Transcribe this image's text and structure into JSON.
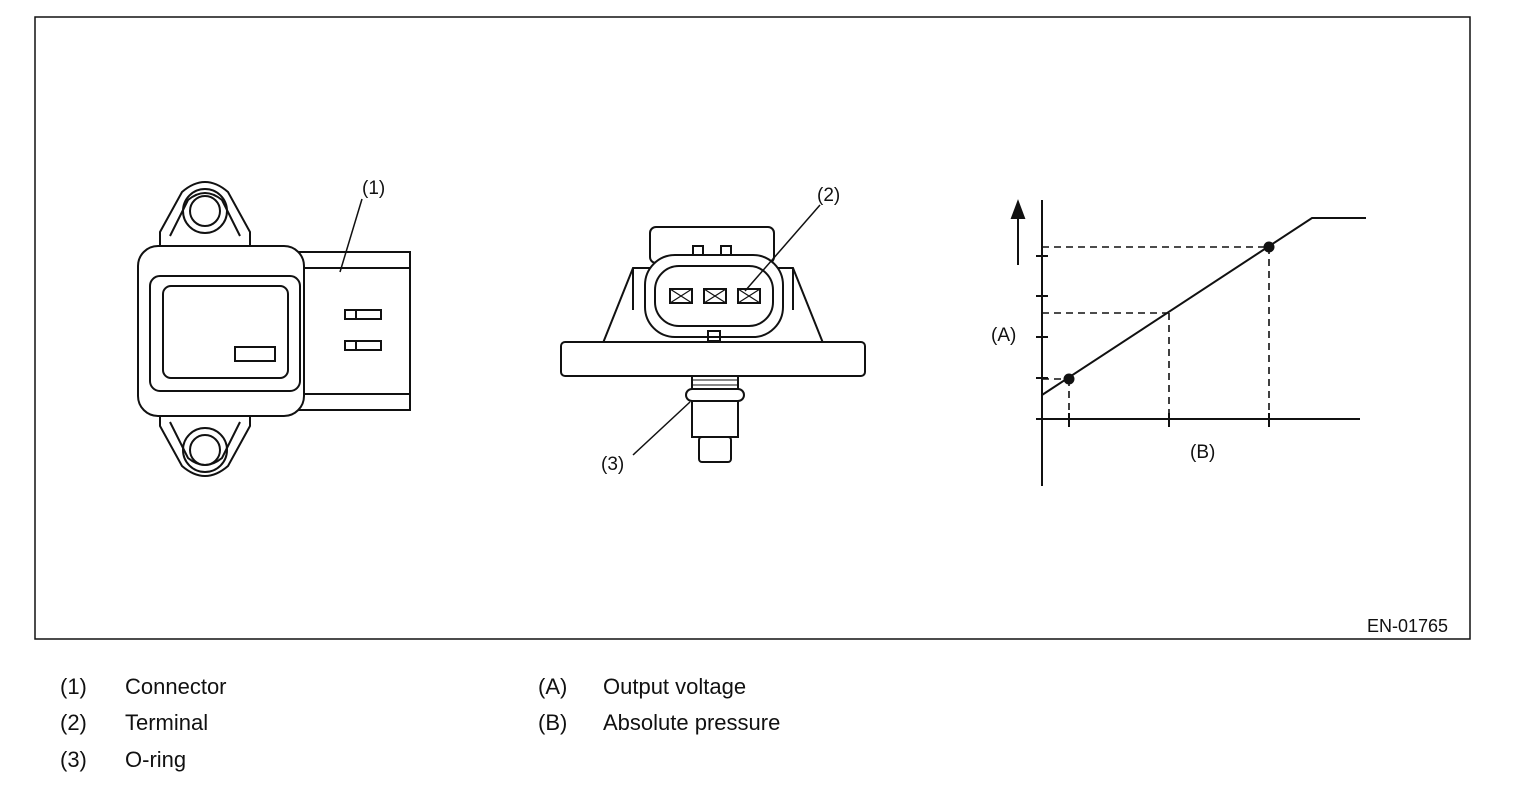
{
  "figure": {
    "code": "EN-01765",
    "callouts": {
      "connector": "(1)",
      "terminal": "(2)",
      "o_ring": "(3)",
      "axis_a": "(A)",
      "axis_b": "(B)"
    }
  },
  "legend": {
    "left": [
      {
        "key": "(1)",
        "label": "Connector"
      },
      {
        "key": "(2)",
        "label": "Terminal"
      },
      {
        "key": "(3)",
        "label": "O-ring"
      }
    ],
    "right": [
      {
        "key": "(A)",
        "label": "Output voltage"
      },
      {
        "key": "(B)",
        "label": "Absolute pressure"
      }
    ]
  }
}
